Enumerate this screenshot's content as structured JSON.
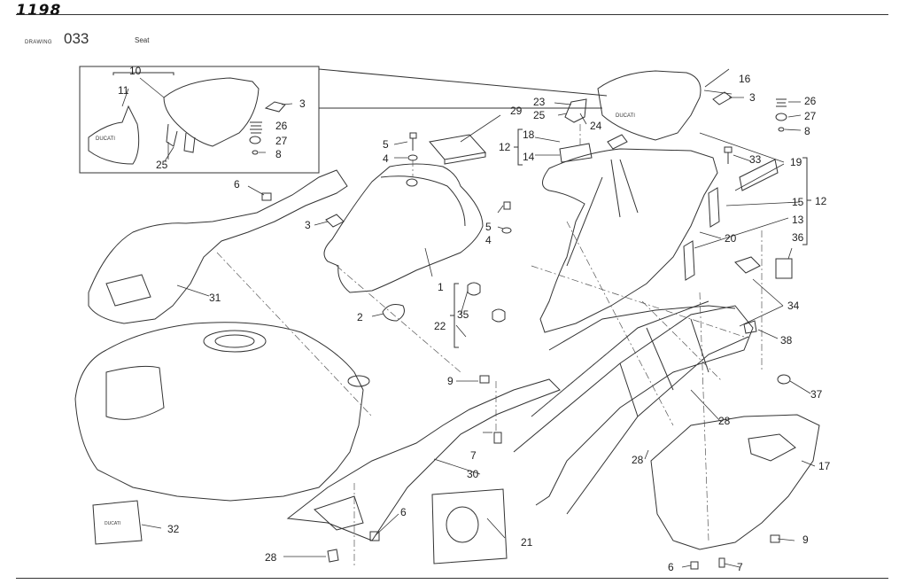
{
  "header": {
    "logo": "1198",
    "drawing_label": "DRAWING",
    "drawing_number": "033",
    "drawing_title": "Seat"
  },
  "callouts": [
    {
      "id": "c1",
      "text": "1"
    },
    {
      "id": "c2",
      "text": "2"
    },
    {
      "id": "c3a",
      "text": "3"
    },
    {
      "id": "c3b",
      "text": "3"
    },
    {
      "id": "c3c",
      "text": "3"
    },
    {
      "id": "c4a",
      "text": "4"
    },
    {
      "id": "c4b",
      "text": "4"
    },
    {
      "id": "c5a",
      "text": "5"
    },
    {
      "id": "c5b",
      "text": "5"
    },
    {
      "id": "c6a",
      "text": "6"
    },
    {
      "id": "c6b",
      "text": "6"
    },
    {
      "id": "c6c",
      "text": "6"
    },
    {
      "id": "c7a",
      "text": "7"
    },
    {
      "id": "c7b",
      "text": "7"
    },
    {
      "id": "c8a",
      "text": "8"
    },
    {
      "id": "c8b",
      "text": "8"
    },
    {
      "id": "c9a",
      "text": "9"
    },
    {
      "id": "c9b",
      "text": "9"
    },
    {
      "id": "c10",
      "text": "10"
    },
    {
      "id": "c11",
      "text": "11"
    },
    {
      "id": "c12a",
      "text": "12"
    },
    {
      "id": "c12b",
      "text": "12"
    },
    {
      "id": "c13",
      "text": "13"
    },
    {
      "id": "c14",
      "text": "14"
    },
    {
      "id": "c15",
      "text": "15"
    },
    {
      "id": "c16",
      "text": "16"
    },
    {
      "id": "c17",
      "text": "17"
    },
    {
      "id": "c18",
      "text": "18"
    },
    {
      "id": "c19",
      "text": "19"
    },
    {
      "id": "c20",
      "text": "20"
    },
    {
      "id": "c21",
      "text": "21"
    },
    {
      "id": "c22",
      "text": "22"
    },
    {
      "id": "c23",
      "text": "23"
    },
    {
      "id": "c24",
      "text": "24"
    },
    {
      "id": "c25a",
      "text": "25"
    },
    {
      "id": "c25b",
      "text": "25"
    },
    {
      "id": "c26a",
      "text": "26"
    },
    {
      "id": "c26b",
      "text": "26"
    },
    {
      "id": "c27a",
      "text": "27"
    },
    {
      "id": "c27b",
      "text": "27"
    },
    {
      "id": "c28a",
      "text": "28"
    },
    {
      "id": "c28b",
      "text": "28"
    },
    {
      "id": "c28c",
      "text": "28"
    },
    {
      "id": "c29",
      "text": "29"
    },
    {
      "id": "c30",
      "text": "30"
    },
    {
      "id": "c31",
      "text": "31"
    },
    {
      "id": "c32",
      "text": "32"
    },
    {
      "id": "c33",
      "text": "33"
    },
    {
      "id": "c34",
      "text": "34"
    },
    {
      "id": "c35",
      "text": "35"
    },
    {
      "id": "c36",
      "text": "36"
    },
    {
      "id": "c37",
      "text": "37"
    },
    {
      "id": "c38",
      "text": "38"
    }
  ],
  "colors": {
    "line": "#333333",
    "text": "#222222",
    "background": "#ffffff"
  }
}
